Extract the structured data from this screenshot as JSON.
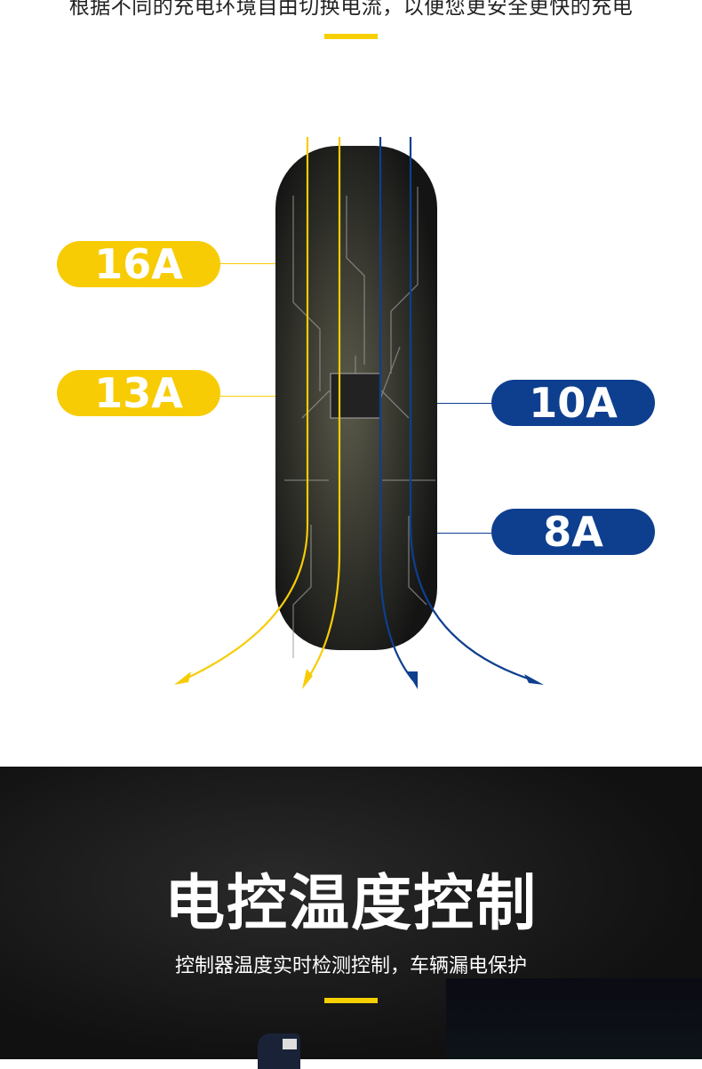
{
  "top": {
    "subtitle": "根据不同的充电环境自由切换电流，以便您更安全更快的充电"
  },
  "currents": {
    "yellow": [
      "16A",
      "13A"
    ],
    "blue": [
      "10A",
      "8A"
    ]
  },
  "colors": {
    "yellow": "#f7cc05",
    "blue": "#0e3f8f",
    "dark_bg": "#151515"
  },
  "section2": {
    "title": "电控温度控制",
    "subtitle": "控制器温度实时检测控制，车辆漏电保护"
  }
}
